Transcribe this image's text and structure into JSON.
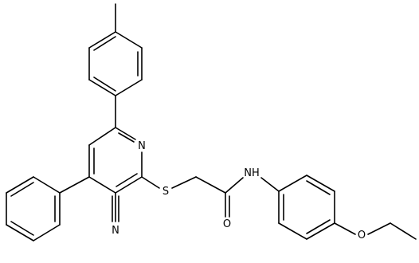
{
  "diagram": {
    "type": "chemical-structure",
    "background": "#ffffff",
    "bond_color": "#000000",
    "atom_labels": {
      "pyridine_n": "N",
      "sulfur": "S",
      "carbonyl_o": "O",
      "amide_nh": "NH",
      "nitrile_n": "N",
      "ether_o": "O"
    }
  }
}
